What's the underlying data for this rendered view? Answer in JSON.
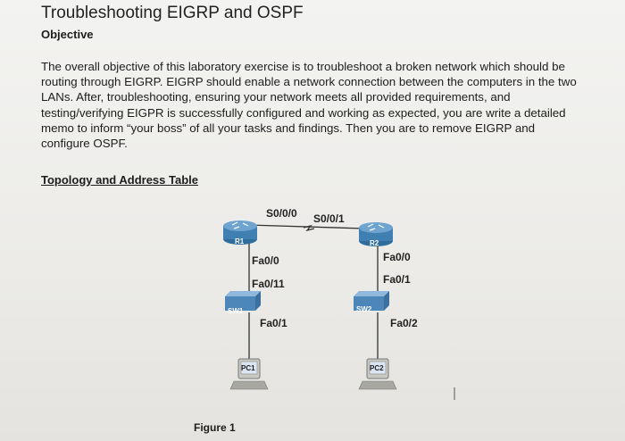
{
  "doc": {
    "title": "Troubleshooting EIGRP and OSPF",
    "objective_heading": "Objective",
    "paragraph_lines": [
      "The overall objective of this laboratory exercise is to troubleshoot a broken network which should be",
      "routing through EIGRP.  EIGRP should enable a network connection between the computers in the two",
      "LANs.  After, troubleshooting, ensuring your network meets all provided requirements, and",
      "testing/verifying EIGPR is successfully configured and working as expected, you are write a detailed",
      "memo to inform “your boss” of all your tasks and findings.  Then you are to remove EIGRP and",
      "configure OSPF."
    ],
    "topology_heading": "Topology and Address Table",
    "figure_caption": "Figure 1"
  },
  "topology": {
    "devices": {
      "r1": "R1",
      "r2": "R2",
      "sw1": "SW1",
      "sw2": "SW2",
      "pc1": "PC1",
      "pc2": "PC2"
    },
    "labels": {
      "s000": "S0/0/0",
      "s001": "S0/0/1",
      "r1_fa00": "Fa0/0",
      "sw1_fa011": "Fa0/11",
      "sw1_fa01": "Fa0/1",
      "r2_fa00": "Fa0/0",
      "sw2_fa01": "Fa0/1",
      "sw2_fa02": "Fa0/2"
    }
  },
  "colors": {
    "router": "#3f7fb1",
    "switch": "#5b92c0",
    "pc_body": "#c9c9c4",
    "pc_screen": "#d9e6f2",
    "link": "#333333"
  }
}
